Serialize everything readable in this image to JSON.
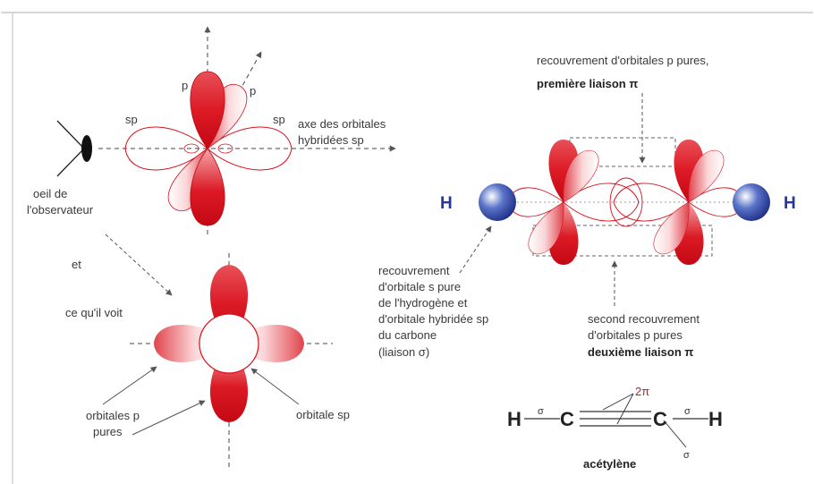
{
  "colors": {
    "lobe_red": "#d9101c",
    "lobe_light": "#fbe1e2",
    "h_atom_blue": "#23389a",
    "text_gray": "#3a3a3a",
    "arrow_gray": "#555555"
  },
  "left_top": {
    "label_p1": "p",
    "label_p2": "p",
    "label_sp_left": "sp",
    "label_sp_right": "sp",
    "axis_label_line1": "axe des orbitales",
    "axis_label_line2": "hybridées sp"
  },
  "observer": {
    "line1": "oeil de",
    "line2": "l'observateur",
    "and": "et",
    "sees": "ce qu'il voit"
  },
  "left_bottom": {
    "pure_p_line1": "orbitales p",
    "pure_p_line2": "pures",
    "sp_orbital": "orbitale sp"
  },
  "right": {
    "first_pi_line1": "recouvrement d'orbitales p pures,",
    "first_pi_line2": "première liaison π",
    "h_left": "H",
    "h_right": "H",
    "sigma_overlap": [
      "recouvrement",
      "d'orbitale s pure",
      "de l'hydrogène et",
      "d'orbitale hybridée sp",
      "du carbone",
      "(liaison σ)"
    ],
    "second_pi_line1": "second recouvrement",
    "second_pi_line2": "d'orbitales p pures",
    "second_pi_line3": "deuxième liaison π"
  },
  "formula": {
    "h1": "H",
    "c1": "C",
    "c2": "C",
    "h2": "H",
    "sigma_left": "σ",
    "sigma_right": "σ",
    "sigma_bottom": "σ",
    "two_pi": "2π",
    "name": "acétylène"
  }
}
